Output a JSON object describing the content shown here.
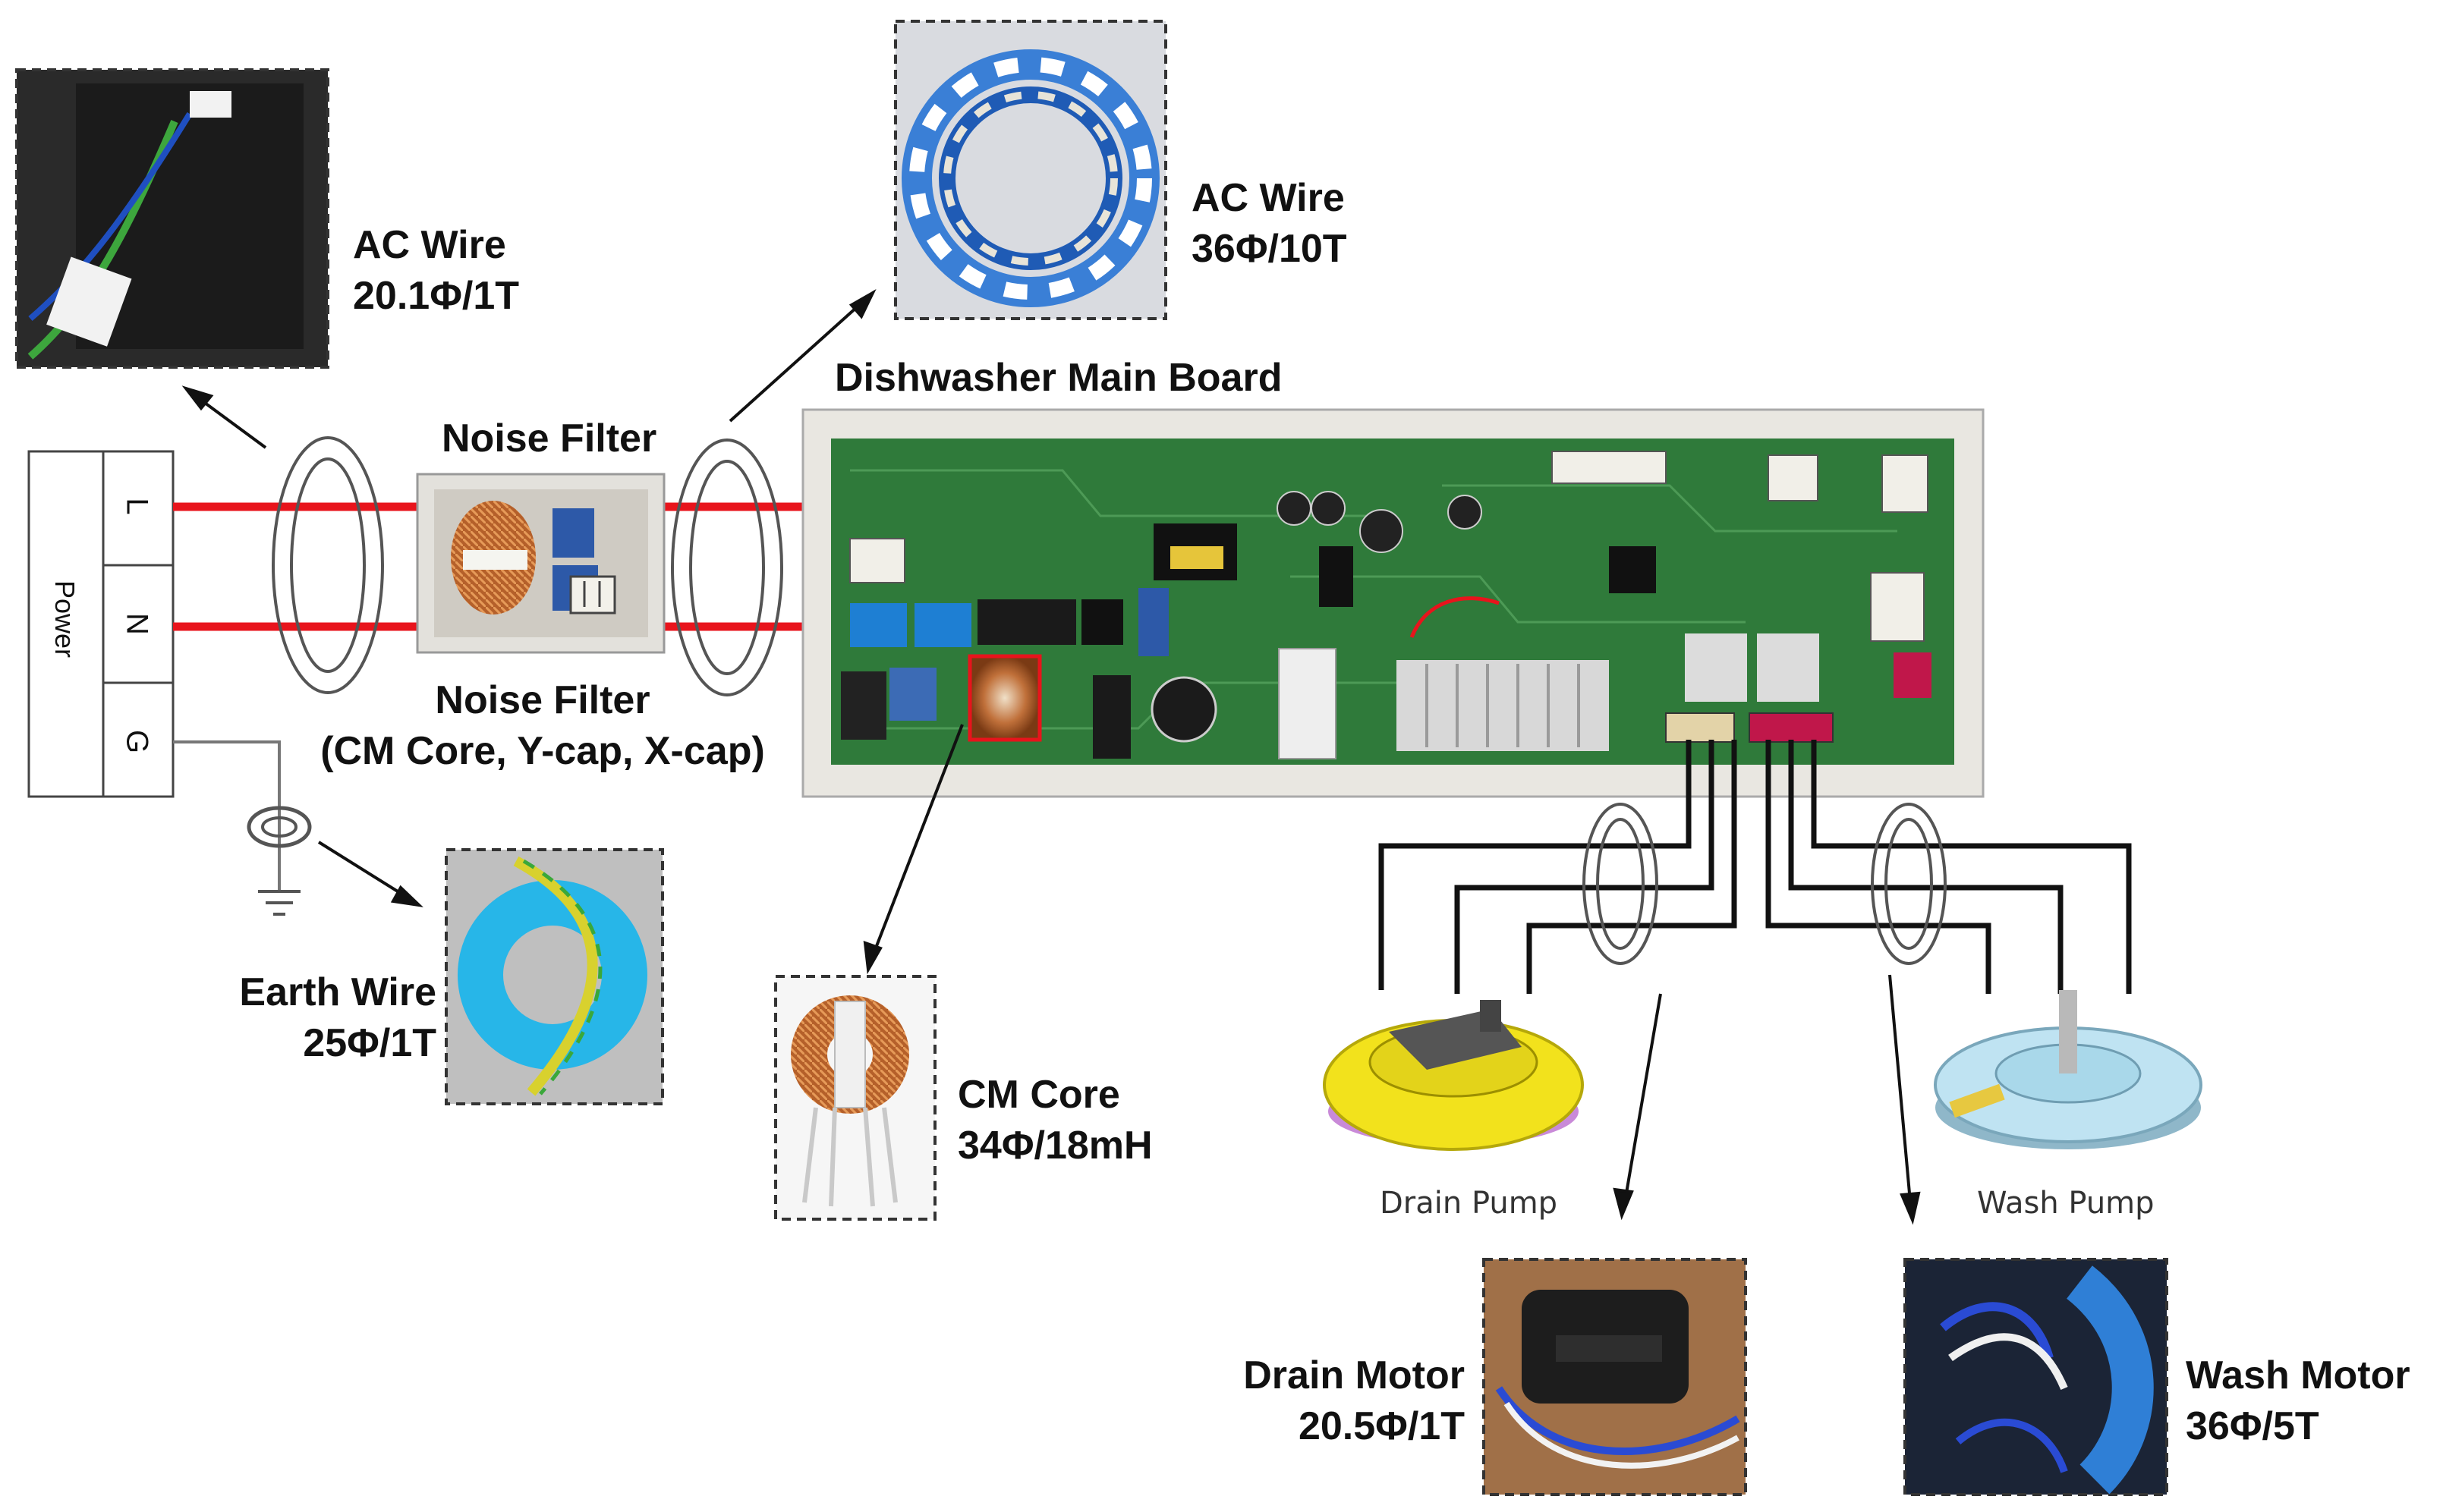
{
  "labels": {
    "ac_wire_left": {
      "name": "AC Wire",
      "spec": "20.1Φ/1T"
    },
    "ac_wire_top": {
      "name": "AC Wire",
      "spec": "36Φ/10T"
    },
    "main_board": "Dishwasher Main Board",
    "noise_filter_top": "Noise Filter",
    "noise_filter_bottom": {
      "line1": "Noise Filter",
      "line2": "(CM Core, Y-cap, X-cap)"
    },
    "earth_wire": {
      "name": "Earth Wire",
      "spec": "25Φ/1T"
    },
    "cm_core": {
      "name": "CM Core",
      "spec": "34Φ/18mH"
    },
    "drain_pump": "Drain Pump",
    "wash_pump": "Wash Pump",
    "drain_motor": {
      "name": "Drain Motor",
      "spec": "20.5Φ/1T"
    },
    "wash_motor": {
      "name": "Wash Motor",
      "spec": "36Φ/5T"
    }
  },
  "power_block": {
    "title": "Power",
    "terminals": [
      "L",
      "N",
      "G"
    ]
  },
  "colors": {
    "line_wire": "#e8141c",
    "neutral_wire": "#e8141c",
    "signal_wire": "#111111",
    "pcb": "#2f7a3a",
    "pump_drain": "#f2e21c",
    "pump_wash": "#a9d8ea"
  }
}
